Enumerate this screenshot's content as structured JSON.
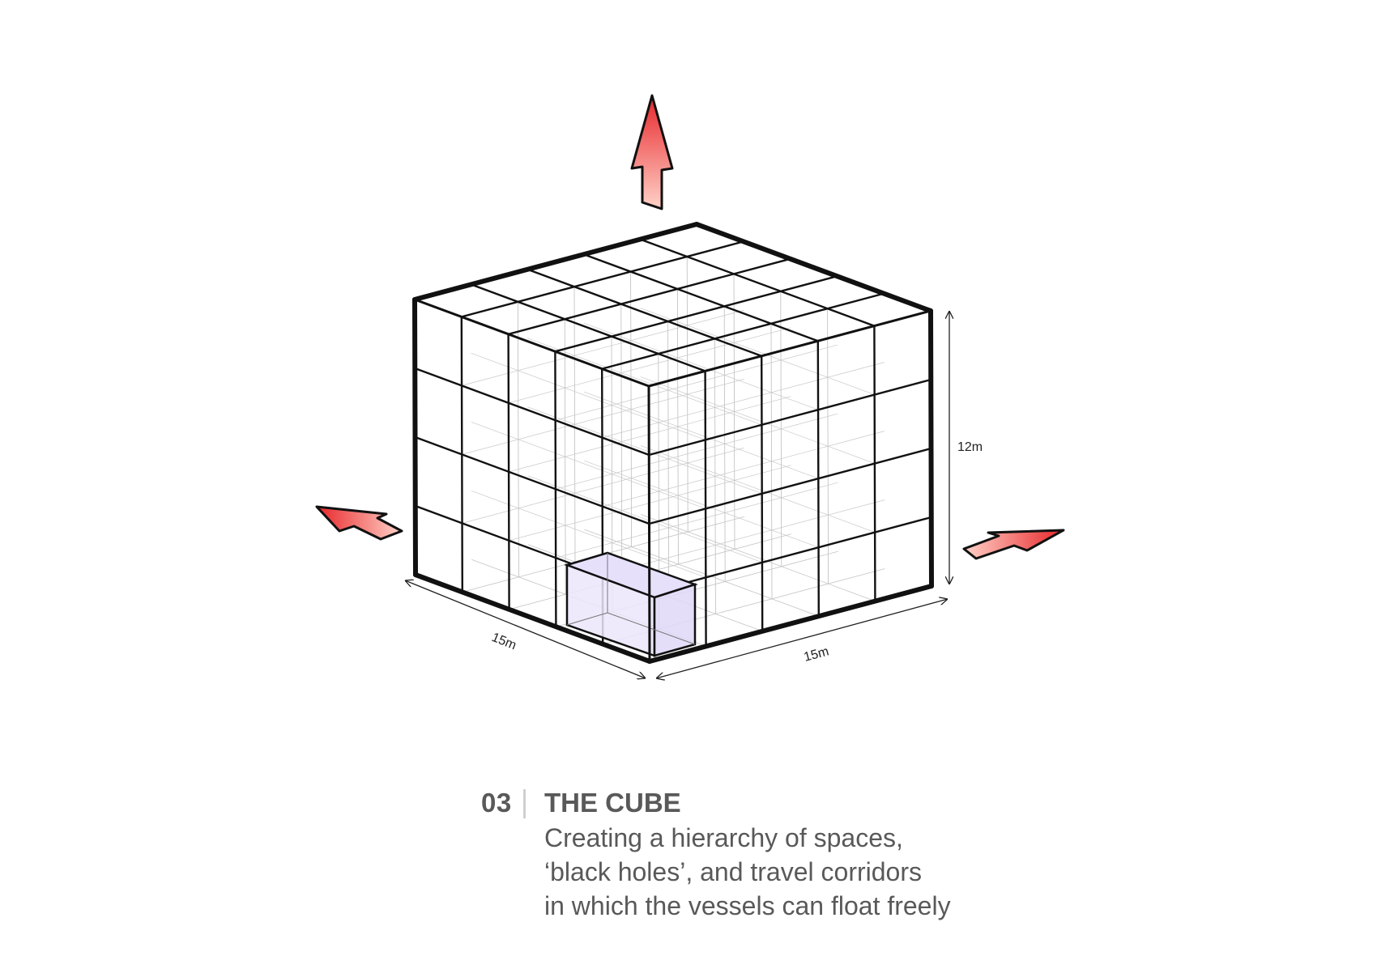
{
  "diagram": {
    "dimensions": {
      "height": "12m",
      "width_left": "15m",
      "width_right": "15m"
    },
    "caption": {
      "number": "03",
      "title": "THE CUBE",
      "lines": [
        "Creating a hierarchy of spaces,",
        "‘black holes’, and travel corridors",
        "in which the vessels can float freely"
      ]
    },
    "colors": {
      "arrow_top": "#e8262a",
      "arrow_bottom": "#ffd2c8",
      "vessel_fill": "#e6e0fb",
      "frame": "#111111"
    },
    "icons": [
      "arrow-up-icon",
      "arrow-left-icon",
      "arrow-right-icon"
    ]
  }
}
